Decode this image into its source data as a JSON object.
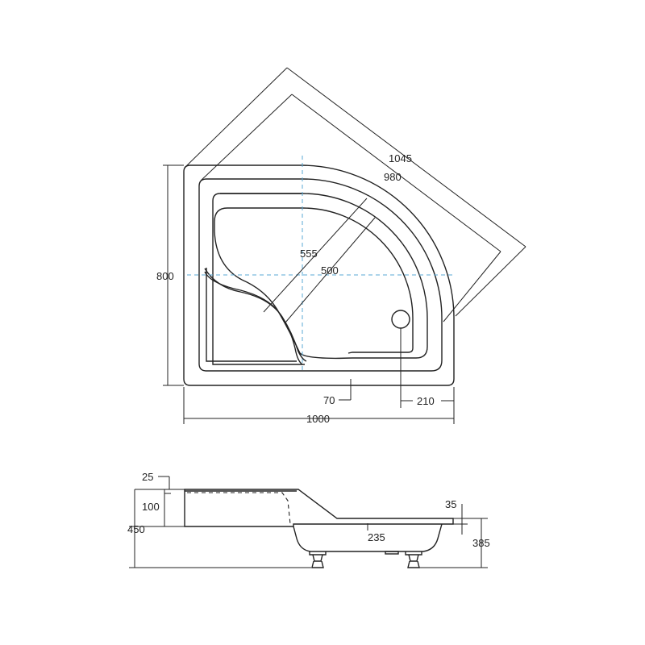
{
  "colors": {
    "line": "#222222",
    "centerline": "#5aa9d6",
    "background": "#ffffff"
  },
  "plan_view": {
    "dimensions": {
      "diagonal_outer": "1045",
      "diagonal_inner": "980",
      "height": "800",
      "width": "1000",
      "radius_outer": "555",
      "radius_inner": "500",
      "edge_offset": "70",
      "drain_offset": "210"
    }
  },
  "side_view": {
    "dimensions": {
      "rim_thickness": "25",
      "seat_depth": "100",
      "total_height": "450",
      "front_rim": "35",
      "base_height": "235",
      "tray_height": "385"
    }
  }
}
